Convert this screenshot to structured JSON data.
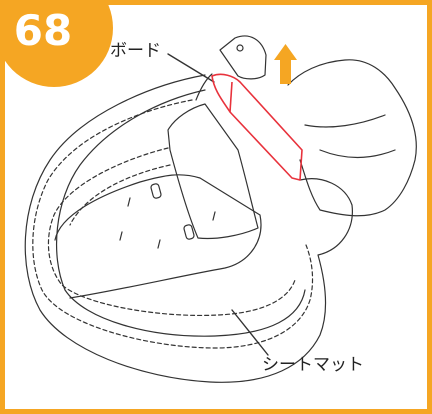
{
  "step": {
    "number": "68"
  },
  "labels": {
    "board": "ボード",
    "seat_mat": "シートマット"
  },
  "colors": {
    "accent": "#F5A623",
    "highlight": "#E8323C",
    "arrow": "#F5A623",
    "line": "#333333"
  },
  "icons": {
    "arrow": "arrow-up-icon"
  }
}
